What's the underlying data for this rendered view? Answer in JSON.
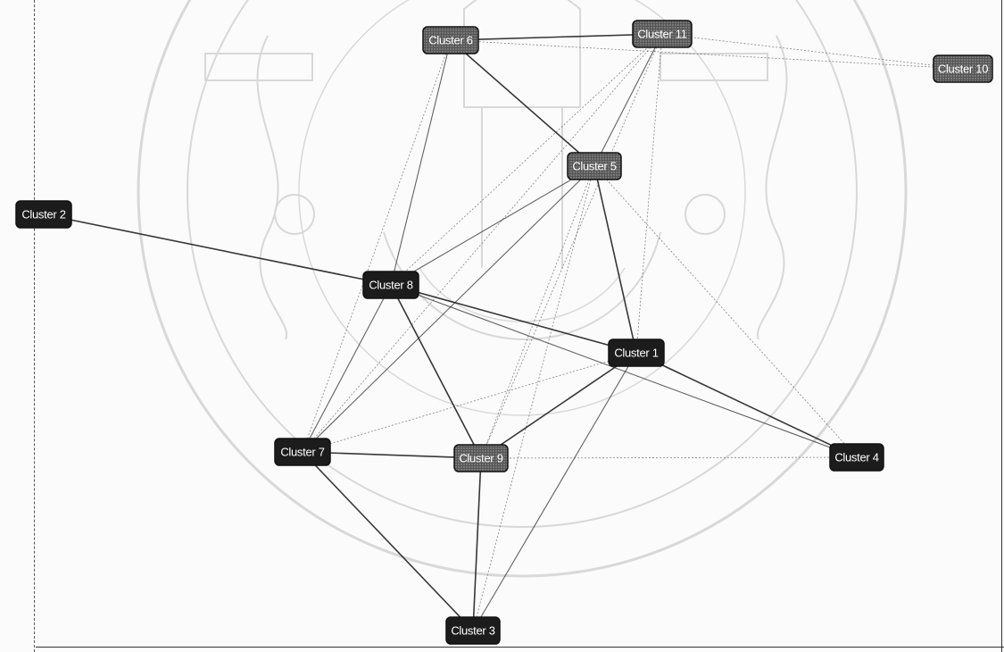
{
  "graph": {
    "nodes": [
      {
        "id": "c1",
        "label": "Cluster 1",
        "style": "solid"
      },
      {
        "id": "c2",
        "label": "Cluster 2",
        "style": "solid"
      },
      {
        "id": "c3",
        "label": "Cluster 3",
        "style": "solid"
      },
      {
        "id": "c4",
        "label": "Cluster 4",
        "style": "solid"
      },
      {
        "id": "c5",
        "label": "Cluster 5",
        "style": "dotted"
      },
      {
        "id": "c6",
        "label": "Cluster 6",
        "style": "dotted"
      },
      {
        "id": "c7",
        "label": "Cluster 7",
        "style": "solid"
      },
      {
        "id": "c8",
        "label": "Cluster 8",
        "style": "solid"
      },
      {
        "id": "c9",
        "label": "Cluster 9",
        "style": "dotted"
      },
      {
        "id": "c10",
        "label": "Cluster 10",
        "style": "dotted"
      },
      {
        "id": "c11",
        "label": "Cluster 11",
        "style": "dotted"
      }
    ],
    "edges": [
      {
        "from": "c2",
        "to": "c8",
        "weight": "strong"
      },
      {
        "from": "c6",
        "to": "c11",
        "weight": "strong"
      },
      {
        "from": "c6",
        "to": "c10",
        "weight": "faint"
      },
      {
        "from": "c11",
        "to": "c10",
        "weight": "faint"
      },
      {
        "from": "c6",
        "to": "c5",
        "weight": "strong"
      },
      {
        "from": "c6",
        "to": "c8",
        "weight": "medium"
      },
      {
        "from": "c6",
        "to": "c7",
        "weight": "faint"
      },
      {
        "from": "c11",
        "to": "c5",
        "weight": "medium"
      },
      {
        "from": "c11",
        "to": "c8",
        "weight": "faint"
      },
      {
        "from": "c11",
        "to": "c7",
        "weight": "faint"
      },
      {
        "from": "c11",
        "to": "c1",
        "weight": "faint"
      },
      {
        "from": "c11",
        "to": "c9",
        "weight": "faint"
      },
      {
        "from": "c5",
        "to": "c8",
        "weight": "medium"
      },
      {
        "from": "c5",
        "to": "c7",
        "weight": "medium"
      },
      {
        "from": "c5",
        "to": "c1",
        "weight": "strong"
      },
      {
        "from": "c5",
        "to": "c9",
        "weight": "faint"
      },
      {
        "from": "c5",
        "to": "c4",
        "weight": "faint"
      },
      {
        "from": "c5",
        "to": "c3",
        "weight": "faint"
      },
      {
        "from": "c8",
        "to": "c1",
        "weight": "strong"
      },
      {
        "from": "c8",
        "to": "c9",
        "weight": "strong"
      },
      {
        "from": "c8",
        "to": "c7",
        "weight": "medium"
      },
      {
        "from": "c8",
        "to": "c4",
        "weight": "medium"
      },
      {
        "from": "c1",
        "to": "c7",
        "weight": "faint"
      },
      {
        "from": "c1",
        "to": "c9",
        "weight": "strong"
      },
      {
        "from": "c1",
        "to": "c4",
        "weight": "strong"
      },
      {
        "from": "c1",
        "to": "c3",
        "weight": "medium"
      },
      {
        "from": "c7",
        "to": "c9",
        "weight": "strong"
      },
      {
        "from": "c7",
        "to": "c3",
        "weight": "strong"
      },
      {
        "from": "c9",
        "to": "c3",
        "weight": "strong"
      },
      {
        "from": "c9",
        "to": "c4",
        "weight": "faint"
      }
    ]
  },
  "colors": {
    "node_fill": "#1c1c1c",
    "node_fill_dotted": "#3a3a3a",
    "node_text": "#ffffff",
    "edge": "#222222",
    "watermark": "#9a9a9a"
  }
}
